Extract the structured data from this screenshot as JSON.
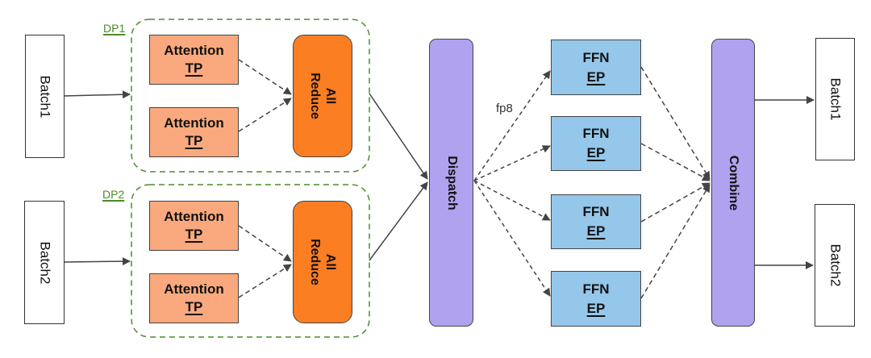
{
  "diagram": {
    "inputs": [
      {
        "label": "Batch1"
      },
      {
        "label": "Batch2"
      }
    ],
    "dp_groups": [
      {
        "label": "DP1",
        "attention_nodes": [
          {
            "title": "Attention",
            "subtitle": "TP"
          },
          {
            "title": "Attention",
            "subtitle": "TP"
          }
        ],
        "reduce": {
          "line1": "All",
          "line2": "Reduce"
        }
      },
      {
        "label": "DP2",
        "attention_nodes": [
          {
            "title": "Attention",
            "subtitle": "TP"
          },
          {
            "title": "Attention",
            "subtitle": "TP"
          }
        ],
        "reduce": {
          "line1": "All",
          "line2": "Reduce"
        }
      }
    ],
    "dispatch": {
      "label": "Dispatch"
    },
    "dispatch_edge_label": "fp8",
    "experts": [
      {
        "title": "FFN",
        "subtitle": "EP"
      },
      {
        "title": "FFN",
        "subtitle": "EP"
      },
      {
        "title": "FFN",
        "subtitle": "EP"
      },
      {
        "title": "FFN",
        "subtitle": "EP"
      }
    ],
    "combine": {
      "label": "Combine"
    },
    "outputs": [
      {
        "label": "Batch1"
      },
      {
        "label": "Batch2"
      }
    ],
    "colors": {
      "attention": "#f9a97d",
      "all_reduce": "#fb7e23",
      "dispatch_combine": "#b0a2ee",
      "ffn": "#94c7ea",
      "dp_group_border": "#4c8c2b"
    }
  }
}
